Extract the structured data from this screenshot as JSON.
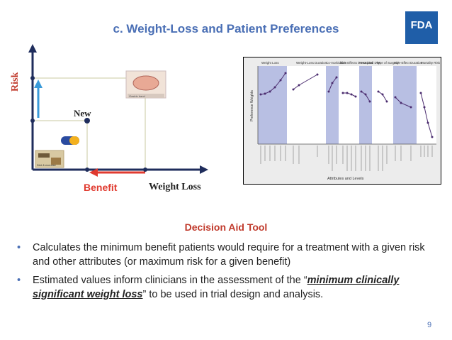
{
  "slide": {
    "title": "c. Weight-Loss and Patient Preferences",
    "logo_text": "FDA",
    "page_number": "9"
  },
  "diagram": {
    "y_axis_label": "Risk",
    "x_axis_label": "Weight Loss",
    "benefit_label": "Benefit",
    "new_label": "New",
    "product_labels": [
      "Gastric band",
      "Diet & exercise"
    ]
  },
  "pref_chart": {
    "y_axis_label": "Preference Weights",
    "x_axis_label": "Attributes and Levels",
    "attributes": [
      "Weight Loss",
      "Weight-Loss Duration",
      "Co-morbidities",
      "Side Effects in Hospital",
      "Restricted Diet",
      "Type of Surgery",
      "Side-Effect Duration",
      "Mortality Risk"
    ]
  },
  "decision_aid": {
    "heading": "Decision Aid Tool",
    "bullet1": "Calculates the minimum benefit patients would require for a treatment with a given risk and other attributes (or maximum risk for a given benefit)",
    "bullet2_pre": "Estimated values inform clinicians in the assessment of the  “",
    "bullet2_emph": "minimum clinically significant weight loss",
    "bullet2_post": "” to be used in trial design and analysis."
  },
  "colors": {
    "title": "#4a6fb5",
    "accent_red": "#e03a2f",
    "axis": "#1f2d5c",
    "risk_arrow": "#3a9ad9",
    "shaded_band": "#b8bfe3"
  }
}
